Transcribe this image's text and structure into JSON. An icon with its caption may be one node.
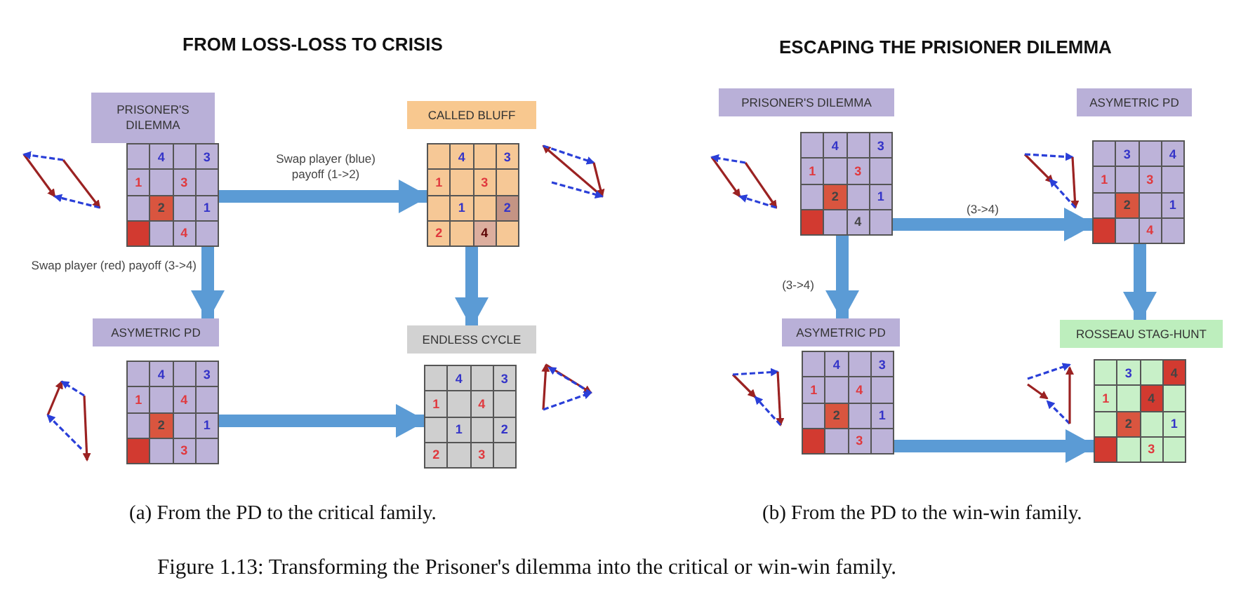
{
  "diagram": {
    "caption": "Figure 1.13: Transforming the Prisoner's dilemma into the critical or win-win family.",
    "nodes": [
      {
        "text": [
          "PRISONER'S DILEMMA"
        ]
      },
      {
        "text": [
          "4",
          "3",
          "1",
          "3",
          "2",
          "1",
          "4"
        ]
      },
      {
        "text": [
          "CALLED BLUFF"
        ]
      },
      {
        "text": [
          "4",
          "3",
          "1",
          "3",
          "1",
          "2",
          "2",
          "4"
        ]
      },
      {
        "text": [
          "ASYMETRIC PD"
        ]
      },
      {
        "text": [
          "4",
          "3",
          "1",
          "4",
          "2",
          "1",
          "3"
        ]
      },
      {
        "text": [
          "ENDLESS CYCLE"
        ]
      },
      {
        "text": [
          "4",
          "3",
          "1",
          "4",
          "1",
          "2",
          "2",
          "3"
        ]
      },
      {
        "text": [
          "PRISONER'S DILEMMA"
        ]
      },
      {
        "text": [
          "4",
          "3",
          "1",
          "3",
          "2",
          "1",
          "4"
        ]
      },
      {
        "text": [
          "ASYMETRIC PD"
        ]
      },
      {
        "text": [
          "3",
          "4",
          "1",
          "3",
          "2",
          "1",
          "4"
        ]
      },
      {
        "text": [
          "ASYMETRIC PD"
        ]
      },
      {
        "text": [
          "4",
          "3",
          "1",
          "4",
          "2",
          "1",
          "3"
        ]
      },
      {
        "text": [
          "ROSSEAU STAG-HUNT"
        ]
      },
      {
        "text": [
          "3",
          "4",
          "1",
          "4",
          "2",
          "1",
          "3"
        ]
      }
    ],
    "edges": [
      {
        "from": 1,
        "to": 3,
        "arrow": "to",
        "label": "Swap player (blue) payoff (1->2)"
      },
      {
        "from": 1,
        "to": 4,
        "arrow": "to",
        "label": "Swap player (red) payoff (3->4)"
      },
      {
        "from": 3,
        "to": 6,
        "arrow": "to"
      },
      {
        "from": 5,
        "to": 7,
        "arrow": "to"
      },
      {
        "from": 9,
        "to": 11,
        "arrow": "to",
        "label": "(3->4)"
      },
      {
        "from": 9,
        "to": 12,
        "arrow": "to",
        "label": "(3->4)"
      },
      {
        "from": 11,
        "to": 14,
        "arrow": "to"
      },
      {
        "from": 13,
        "to": 15,
        "arrow": "to"
      }
    ],
    "labels": [
      "FROM LOSS-LOSS TO CRISIS",
      "ESCAPING THE PRISIONER DILEMMA",
      "(a) From the PD to the critical family.",
      "(b) From the PD to the win-win family."
    ]
  }
}
